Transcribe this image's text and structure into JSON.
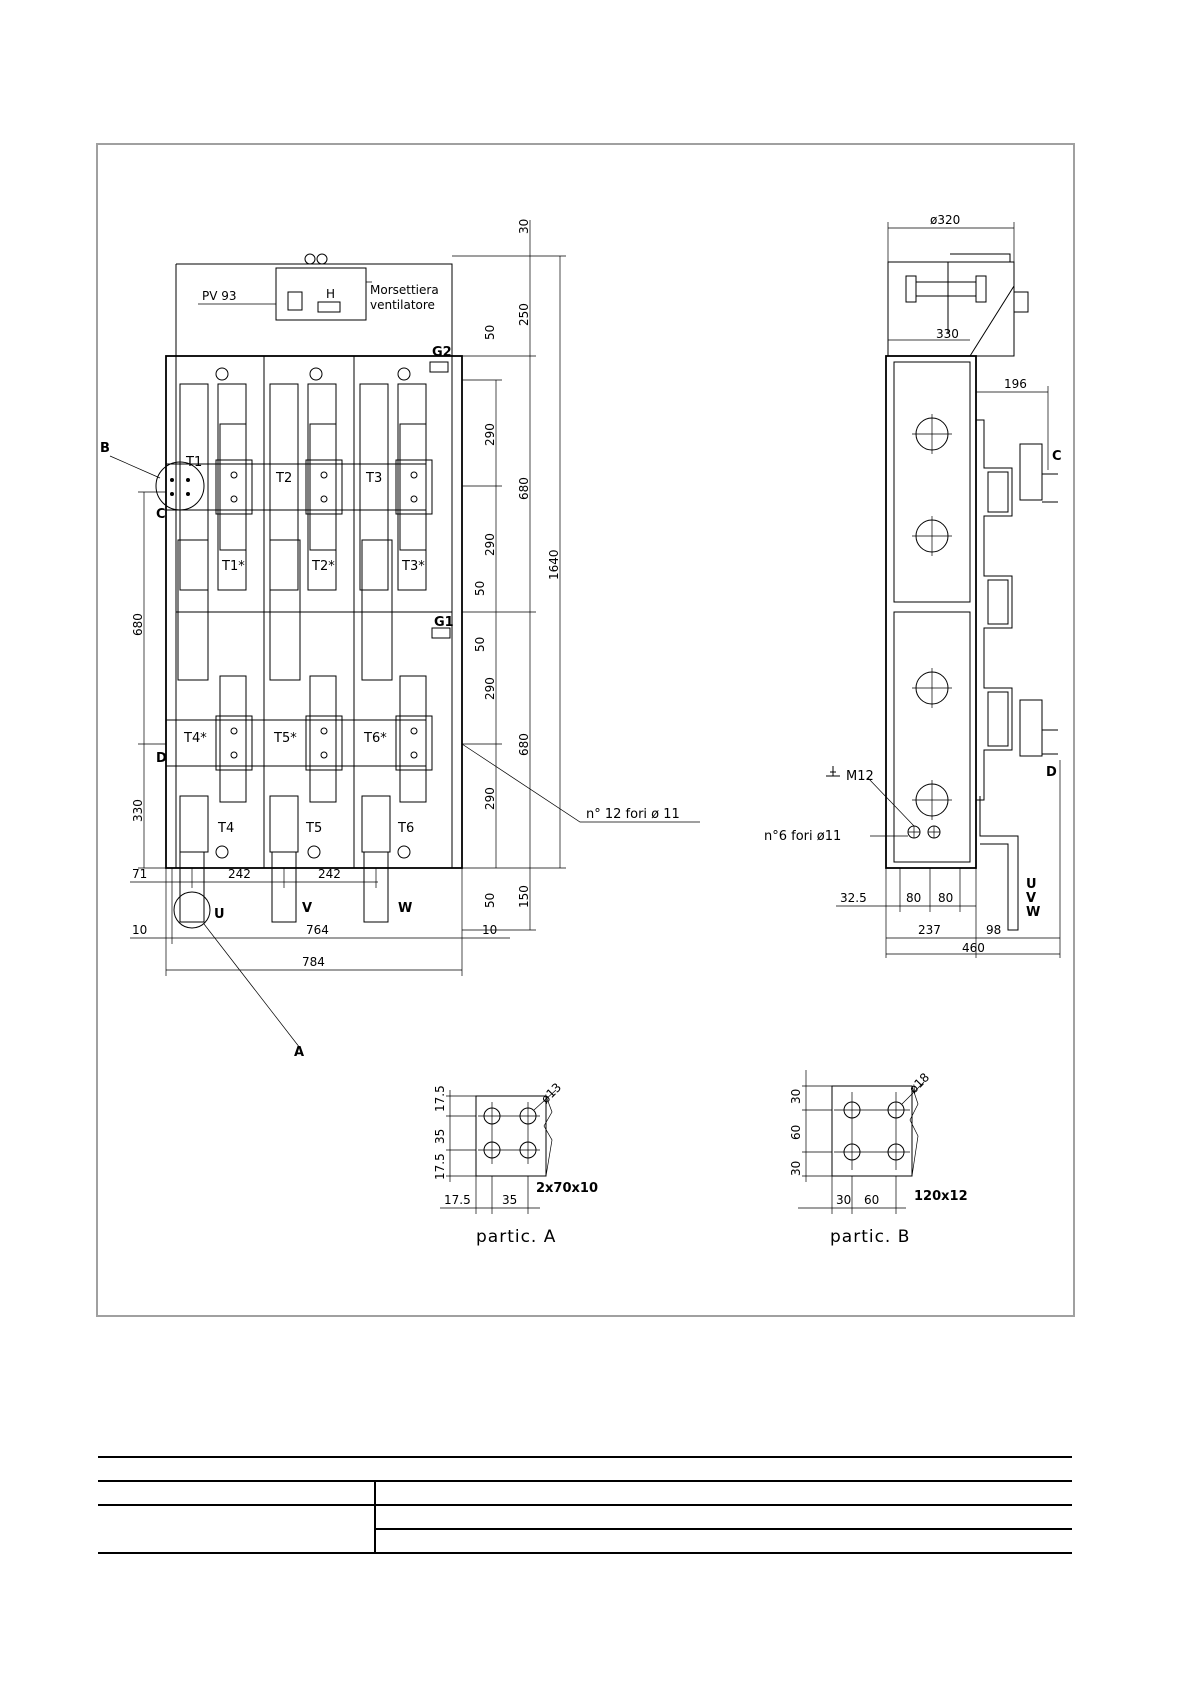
{
  "labels": {
    "pv93": "PV 93",
    "h": "H",
    "morsettiera": "Morsettiera",
    "ventilatore": "ventilatore",
    "g1": "G1",
    "g2": "G2",
    "t1": "T1",
    "t2": "T2",
    "t3": "T3",
    "t1s": "T1*",
    "t2s": "T2*",
    "t3s": "T3*",
    "t4s": "T4*",
    "t5s": "T5*",
    "t6s": "T6*",
    "t4": "T4",
    "t5": "T5",
    "t6": "T6",
    "b": "B",
    "c": "C",
    "d": "D",
    "a": "A",
    "u": "U",
    "v": "V",
    "w": "W",
    "fori12": "n° 12 fori ø 11",
    "fori6": "n°6 fori ø11",
    "m12": "M12",
    "side_c": "C",
    "side_d": "D",
    "uvw_u": "U",
    "uvw_v": "V",
    "uvw_w": "W"
  },
  "dims_front": {
    "d30": "30",
    "d250": "250",
    "d50a": "50",
    "d290a": "290",
    "d680a": "680",
    "d290b": "290",
    "d1640": "1640",
    "d50b": "50",
    "d50c": "50",
    "d290c": "290",
    "d680b": "680",
    "d290d": "290",
    "d50d": "50",
    "d150": "150",
    "left680": "680",
    "left330": "330",
    "d71": "71",
    "d242a": "242",
    "d242b": "242",
    "d10a": "10",
    "d764": "764",
    "d10b": "10",
    "d784": "784"
  },
  "dims_side": {
    "dia320": "ø320",
    "d330": "330",
    "d196": "196",
    "d32_5": "32.5",
    "d80a": "80",
    "d80b": "80",
    "d237": "237",
    "d98": "98",
    "d460": "460"
  },
  "detail_a": {
    "hole": "ø13",
    "d17_5a": "17.5",
    "d35a": "35",
    "d17_5b": "17.5",
    "d17_5c": "17.5",
    "d35b": "35",
    "bar": "2x70x10",
    "caption": "partic.  A"
  },
  "detail_b": {
    "hole": "ø18",
    "d30a": "30",
    "d60a": "60",
    "d30b": "30",
    "d30c": "30",
    "d60b": "60",
    "bar": "120x12",
    "caption": "partic.  B"
  }
}
